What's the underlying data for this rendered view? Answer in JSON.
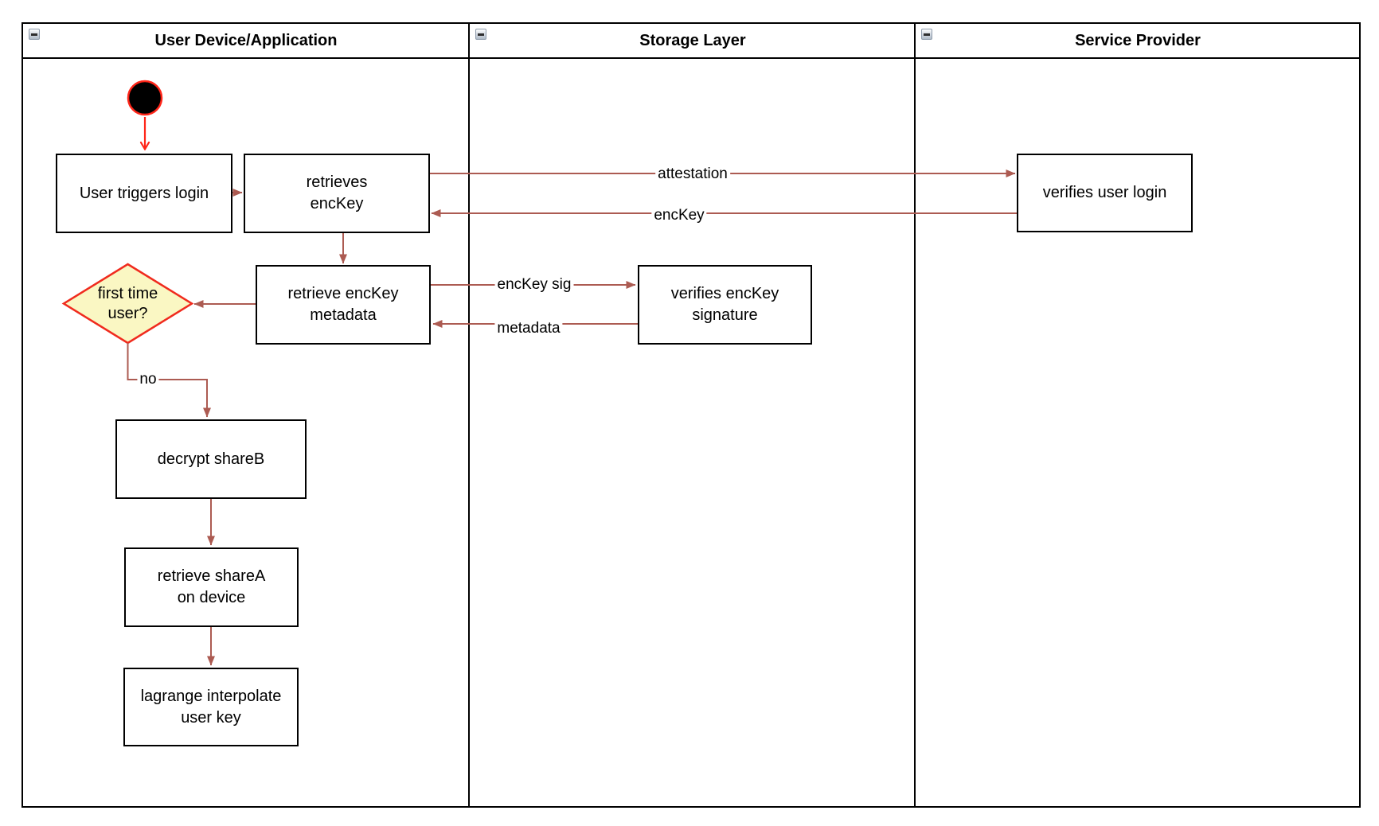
{
  "diagram": {
    "lanes": [
      {
        "title": "User Device/Application",
        "collapse_icon": "minus"
      },
      {
        "title": "Storage Layer",
        "collapse_icon": "minus"
      },
      {
        "title": "Service Provider",
        "collapse_icon": "minus"
      }
    ],
    "nodes": {
      "user_triggers_login": "User triggers login",
      "retrieves_enckey": "retrieves\nencKey",
      "verifies_user_login": "verifies user login",
      "retrieve_enckey_metadata": "retrieve encKey\nmetadata",
      "verifies_enckey_signature": "verifies encKey\nsignature",
      "first_time_user": "first time\nuser?",
      "decrypt_shareb": "decrypt shareB",
      "retrieve_sharea": "retrieve shareA\non device",
      "lagrange_interpolate": "lagrange interpolate\nuser key"
    },
    "edge_labels": {
      "attestation": "attestation",
      "enckey": "encKey",
      "enckey_sig": "encKey sig",
      "metadata": "metadata",
      "no": "no"
    },
    "colors": {
      "edge": "#AC5B52",
      "start_accent": "#FF2518",
      "decision_fill": "#FAF7C3",
      "decision_border": "#F02B1E",
      "node_border": "#000000",
      "node_fill": "#FFFFFF"
    }
  }
}
